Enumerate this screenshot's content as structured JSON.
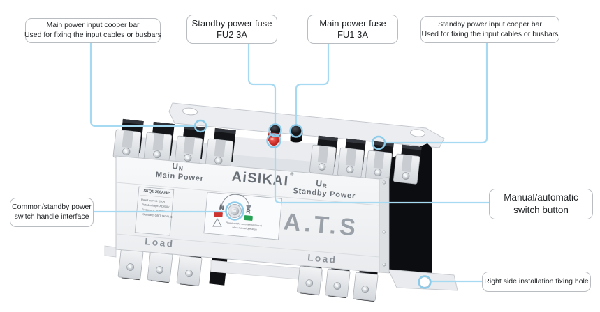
{
  "callouts": {
    "main_cooper": {
      "line1": "Main power input cooper bar",
      "line2": "Used for fixing the input cables or busbars"
    },
    "standby_fuse": {
      "line1": "Standby power fuse",
      "line2": "FU2 3A"
    },
    "main_fuse": {
      "line1": "Main power fuse",
      "line2": "FU1 3A"
    },
    "standby_cooper": {
      "line1": "Standby power input cooper bar",
      "line2": "Used for fixing the input cables or busbars"
    },
    "handle": {
      "line1": "Common/standby power",
      "line2": "switch handle interface"
    },
    "manual_switch": {
      "line1": "Manual/automatic",
      "line2": "switch button"
    },
    "fixing_hole": {
      "line1": "Right side installation fixing hole"
    }
  },
  "device": {
    "brand": "AiSIKAI",
    "brand_mark": "®",
    "main_side": {
      "letter": "U",
      "sub": "N",
      "label": "Main Power"
    },
    "standby_side": {
      "letter": "U",
      "sub": "R",
      "label": "Standby Power"
    },
    "ats_text": "A.T.S",
    "load_left": "Load",
    "load_right": "Load",
    "spec_label": {
      "model": "SKQ1-250A/4P",
      "rows": [
        "Rated current: 250A",
        "Rated voltage: AC400V",
        "Frequency: 50/60Hz",
        "Standard: GB/T 14048.11"
      ]
    },
    "switch_panel": {
      "left_pos": "N",
      "right_pos": "R",
      "warning_mark": "!",
      "warning_line1": "Please set the controller to manual",
      "warning_line2": "when manual operation"
    }
  },
  "colors": {
    "callout_line": "#a6daf2",
    "marker_ring": "#8ccbea",
    "button_red": "#cd3430",
    "indicator_green": "#27a254"
  }
}
